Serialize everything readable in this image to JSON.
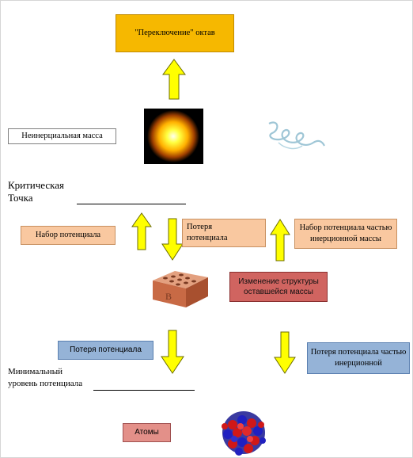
{
  "colors": {
    "orange": "#f6b800",
    "peach": "#f9c8a0",
    "blue": "#95b3d7",
    "red": "#d06460",
    "pink": "#e39089",
    "arrow": "#ffff00"
  },
  "labels": {
    "octave_switch": "\"Переключение\" октав",
    "noninertial_mass": "Неинерциальная масса",
    "critical_point_1": "Критическая",
    "critical_point_2": "Точка",
    "potential_gain": "Набор потенциала",
    "potential_loss": "Потеря потенциала",
    "potential_gain_inertial": "Набор потенциала частью инерционной массы",
    "structure_change": "Изменение структуры оставшейся массы",
    "potential_loss_2": "Потеря потенциала",
    "potential_loss_inertial": "Потеря потенциала частью инерционной",
    "minimal_level_1": "Минимальный",
    "minimal_level_2": "уровень потенциала",
    "atoms": "Атомы"
  },
  "icons": {
    "star": "glowing-star-icon",
    "wave": "spiral-wave-icon",
    "brick": "brick-icon",
    "atom": "atom-nucleus-icon"
  }
}
